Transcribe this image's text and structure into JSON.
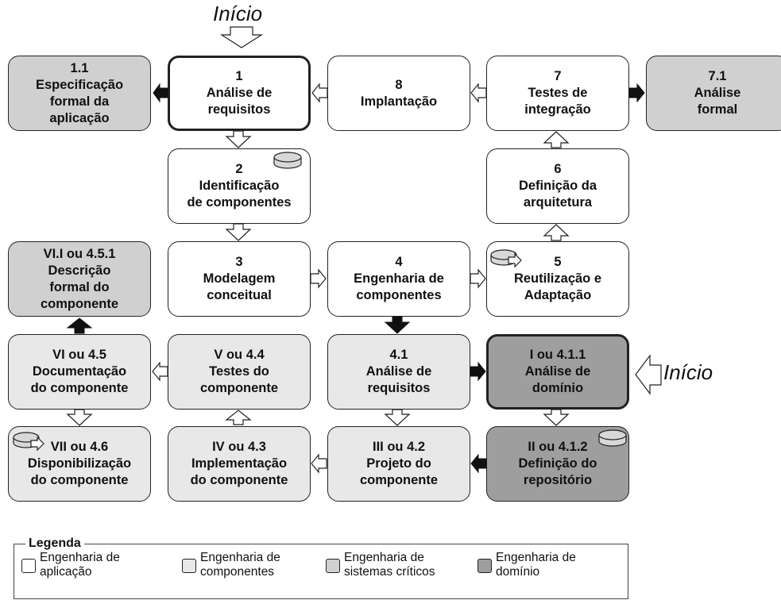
{
  "start_label": "Início",
  "colors": {
    "aplicacao": "#ffffff",
    "componentes": "#e8e8e8",
    "sistemas_criticos": "#d0d0d0",
    "dominio": "#9e9e9e"
  },
  "boxes": {
    "b1_1": [
      "1.1",
      "Especificação",
      "formal da",
      "aplicação"
    ],
    "b1": [
      "1",
      "Análise de",
      "requisitos"
    ],
    "b8": [
      "8",
      "Implantação"
    ],
    "b7": [
      "7",
      "Testes de",
      "integração"
    ],
    "b7_1": [
      "7.1",
      "Análise",
      "formal"
    ],
    "b2": [
      "2",
      "Identificação",
      "de componentes"
    ],
    "b6": [
      "6",
      "Definição da",
      "arquitetura"
    ],
    "bVI_I": [
      "VI.I ou 4.5.1",
      "Descrição",
      "formal do",
      "componente"
    ],
    "b3": [
      "3",
      "Modelagem",
      "conceitual"
    ],
    "b4": [
      "4",
      "Engenharia de",
      "componentes"
    ],
    "b5": [
      "5",
      "Reutilização e",
      "Adaptação"
    ],
    "bVI": [
      "VI ou 4.5",
      "Documentação",
      "do componente"
    ],
    "bV": [
      "V ou 4.4",
      "Testes do",
      "componente"
    ],
    "b4_1": [
      "4.1",
      "Análise de",
      "requisitos"
    ],
    "bI": [
      "I ou 4.1.1",
      "Análise de",
      "domínio"
    ],
    "bVII": [
      "VII ou 4.6",
      "Disponibilização",
      "do componente"
    ],
    "bIV": [
      "IV ou 4.3",
      "Implementação",
      "do componente"
    ],
    "bIII": [
      "III ou 4.2",
      "Projeto do",
      "componente"
    ],
    "bII": [
      "II ou 4.1.2",
      "Definição do",
      "repositório"
    ]
  },
  "legend": {
    "title": "Legenda",
    "items": [
      "Engenharia de\naplicação",
      "Engenharia de\ncomponentes",
      "Engenharia de\nsistemas críticos",
      "Engenharia de\ndomínio"
    ]
  }
}
